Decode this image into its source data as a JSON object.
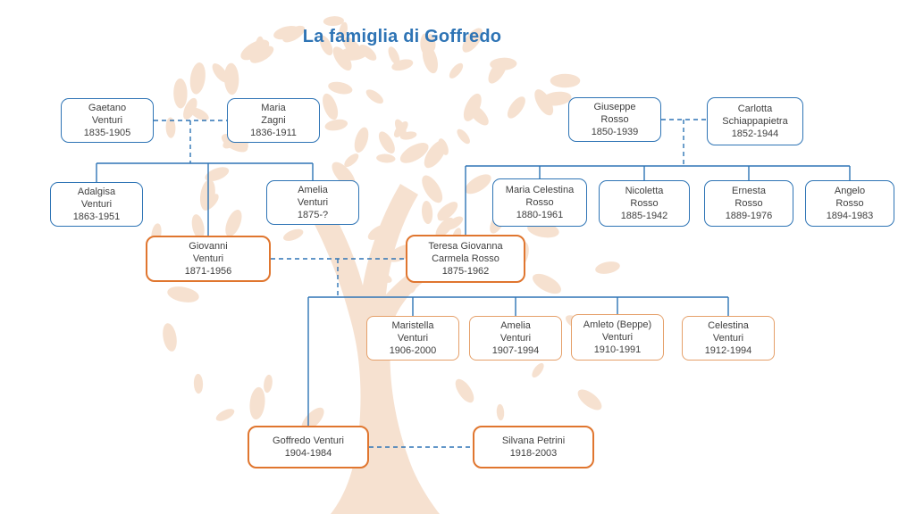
{
  "title": "La famiglia di Goffredo",
  "colors": {
    "accent_blue": "#2E74B5",
    "accent_orange": "#E0762F",
    "accent_orange_light": "#E5A06A",
    "watermark_peach": "#F6E1D0",
    "text": "#3F3F3F"
  },
  "people": {
    "gaetano": {
      "name": "Gaetano\nVenturi",
      "years": "1835-1905"
    },
    "maria_zagni": {
      "name": "Maria\nZagni",
      "years": "1836-1911"
    },
    "adalgisa": {
      "name": "Adalgisa\nVenturi",
      "years": "1863-1951"
    },
    "amelia_sr": {
      "name": "Amelia\nVenturi",
      "years": "1875-?"
    },
    "giovanni": {
      "name": "Giovanni\nVenturi",
      "years": "1871-1956"
    },
    "giuseppe": {
      "name": "Giuseppe\nRosso",
      "years": "1850-1939"
    },
    "carlotta": {
      "name": "Carlotta\nSchiappapietra",
      "years": "1852-1944"
    },
    "maria_celestina": {
      "name": "Maria Celestina\nRosso",
      "years": "1880-1961"
    },
    "nicoletta": {
      "name": "Nicoletta\nRosso",
      "years": "1885-1942"
    },
    "ernesta": {
      "name": "Ernesta\nRosso",
      "years": "1889-1976"
    },
    "angelo": {
      "name": "Angelo\nRosso",
      "years": "1894-1983"
    },
    "teresa": {
      "name": "Teresa Giovanna\nCarmela Rosso",
      "years": "1875-1962"
    },
    "maristella": {
      "name": "Maristella\nVenturi",
      "years": "1906-2000"
    },
    "amelia_jr": {
      "name": "Amelia\nVenturi",
      "years": "1907-1994"
    },
    "amleto": {
      "name": "Amleto (Beppe)\nVenturi",
      "years": "1910-1991"
    },
    "celestina": {
      "name": "Celestina\nVenturi",
      "years": "1912-1994"
    },
    "goffredo": {
      "name": "Goffredo Venturi",
      "years": "1904-1984"
    },
    "silvana": {
      "name": "Silvana Petrini",
      "years": "1918-2003"
    }
  }
}
